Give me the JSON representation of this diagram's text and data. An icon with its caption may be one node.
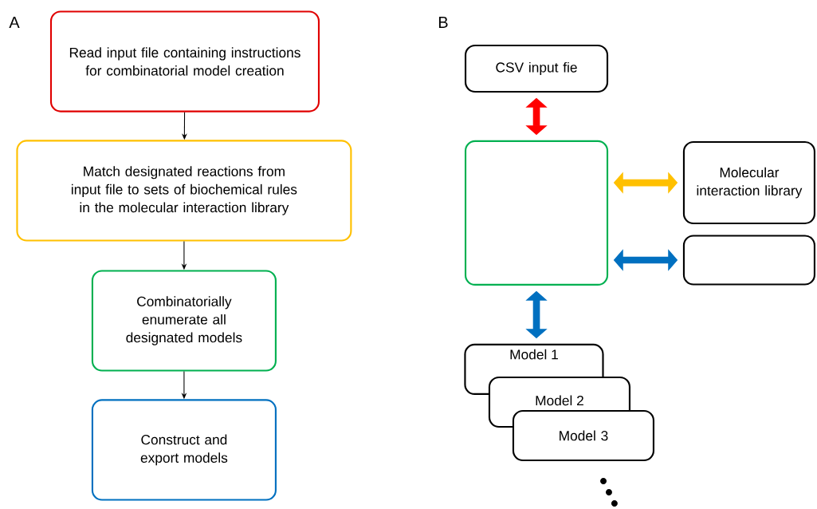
{
  "diagram": {
    "nodes": [
      {
        "text": [
          "Read input file containing instructions for combinatorial model creation"
        ]
      },
      {
        "text": [
          "Match designated reactions from input file to sets of biochemical rules in the molecular interaction library"
        ]
      },
      {
        "text": [
          "Combinatorially enumerate all designated models"
        ]
      },
      {
        "text": [
          "Construct and export models"
        ]
      },
      {
        "text": [
          "CSV input fie"
        ]
      },
      {
        "text": [],
        "shape": "box"
      },
      {
        "text": [
          "Molecular interaction library"
        ]
      },
      {
        "text": [],
        "shape": "box"
      },
      {
        "text": [
          "Model 1"
        ]
      },
      {
        "text": [
          "Model 2"
        ]
      },
      {
        "text": [
          "Model 3"
        ]
      }
    ],
    "edges": [
      {
        "from": 0,
        "to": 1,
        "arrow": "to"
      },
      {
        "from": 1,
        "to": 2,
        "arrow": "to"
      },
      {
        "from": 2,
        "to": 3,
        "arrow": "to"
      },
      {
        "from": 4,
        "to": 5,
        "arrow": "both",
        "color": "#ff0000"
      },
      {
        "from": 5,
        "to": 6,
        "arrow": "both",
        "color": "#ffc000"
      },
      {
        "from": 5,
        "to": 7,
        "arrow": "both",
        "color": "#0070c0"
      },
      {
        "from": 5,
        "to": 8,
        "arrow": "both",
        "color": "#0070c0"
      }
    ],
    "labels": [
      "A",
      "B"
    ]
  }
}
